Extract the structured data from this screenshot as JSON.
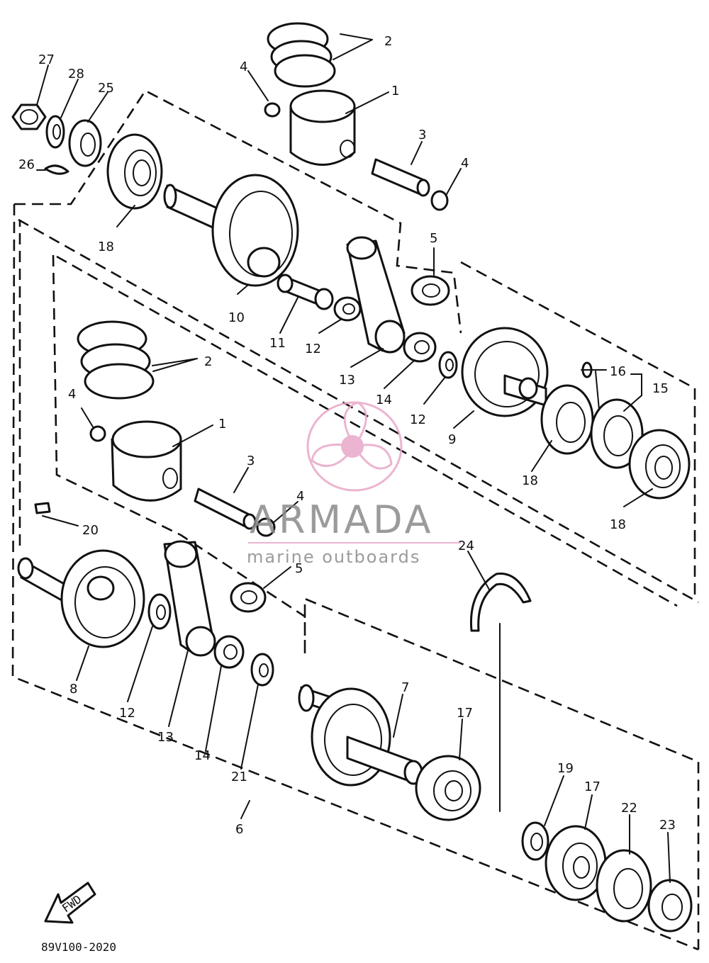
{
  "part_labels": {
    "n27": "27",
    "n28": "28",
    "n25": "25",
    "n26": "26",
    "n18a": "18",
    "n10": "10",
    "n11": "11",
    "n12a": "12",
    "n13a": "13",
    "n2a": "2",
    "n4a": "4",
    "n1a": "1",
    "n3a": "3",
    "n4b": "4",
    "n5a": "5",
    "n14a": "14",
    "n12b": "12",
    "n9": "9",
    "n16": "16",
    "n15": "15",
    "n18b": "18",
    "n18c": "18",
    "n2b": "2",
    "n4c": "4",
    "n1b": "1",
    "n3b": "3",
    "n4d": "4",
    "n5b": "5",
    "n20": "20",
    "n24": "24",
    "n8": "8",
    "n12c": "12",
    "n13b": "13",
    "n14b": "14",
    "n21": "21",
    "n6": "6",
    "n7": "7",
    "n17a": "17",
    "n19": "19",
    "n17b": "17",
    "n22": "22",
    "n23": "23"
  },
  "fwd_label": "FWD",
  "diagram_code": "89V100-2020",
  "watermark": {
    "title": "ARMADA",
    "subtitle": "marine outboards",
    "logo_icon": "propeller-logo-icon",
    "color_pink": "#e8a8c8",
    "color_gray": "#8a8a8a"
  }
}
